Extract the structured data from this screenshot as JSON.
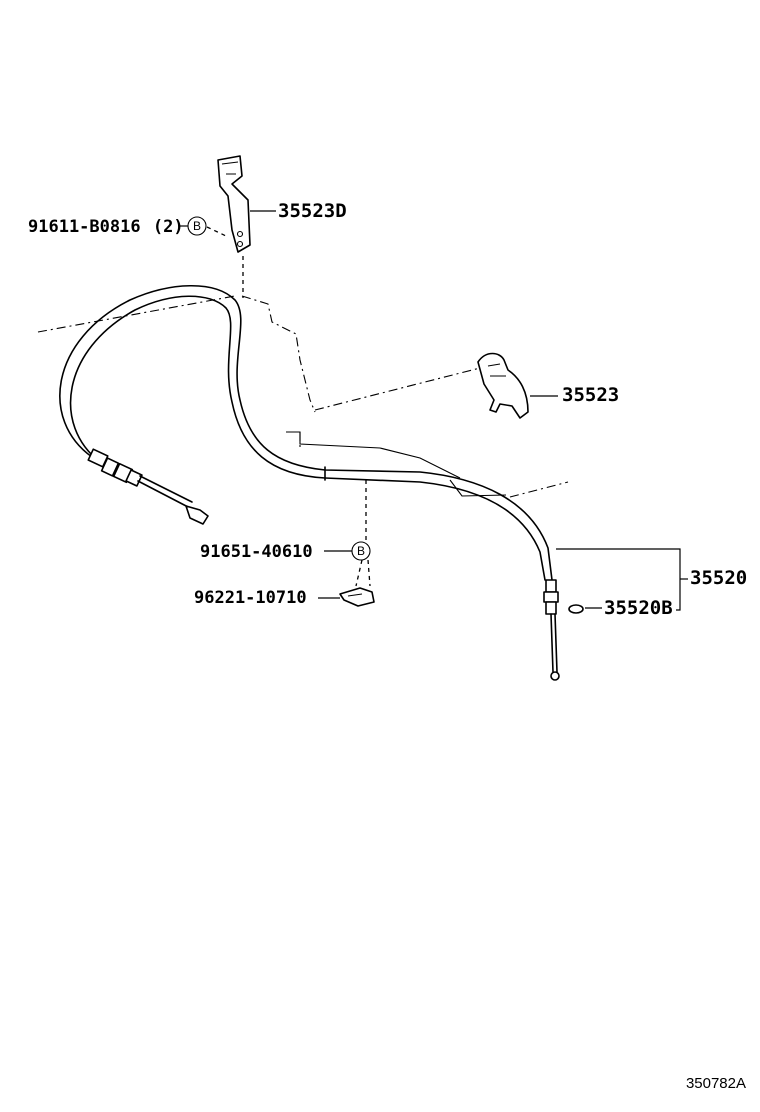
{
  "callouts": {
    "bolt_label": "91611-B0816",
    "bolt_qty": "(2)",
    "bracket_d": "35523D",
    "bracket": "35523",
    "cable_assy": "35520",
    "cable_part_b": "35520B",
    "lower_bolt": "91651-40610",
    "clamp": "96221-10710",
    "symbol_b": "B"
  },
  "figure_id": "350782A"
}
